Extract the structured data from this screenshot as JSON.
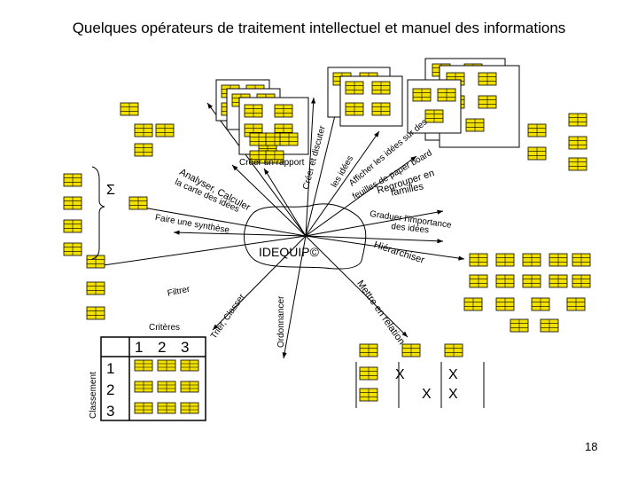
{
  "title": "Quelques opérateurs de traitement intellectuel et manuel des informations",
  "center_label": "IDEQUIP©",
  "sigma": "Σ",
  "operators": {
    "creer_rapport": "Créer un rapport",
    "creer_discuter": "Créer et discuter",
    "les_idees": "les idées",
    "afficher": "Afficher les idées sur des",
    "feuilles_paper_board": "feuilles de paper board",
    "regrouper": "Regrouper en",
    "familles": "familles",
    "graduer": "Graduer l'importance",
    "des_idees": "des idées",
    "hierarchiser": "Hiérarchiser",
    "mettre_relation": "Mettre en relation",
    "ordonnancer": "Ordonnancer",
    "trier_classer": "Trier, Classer",
    "filtrer": "Filtrer",
    "faire_synthese": "Faire une synthèse",
    "analyser": "Analyser, Calculer",
    "carte_idees": "la carte des idées"
  },
  "criteria_label": "Critères",
  "classement_label": "Classement",
  "col_headers": [
    "1",
    "2",
    "3"
  ],
  "row_headers": [
    "1",
    "2",
    "3"
  ],
  "relation_marks": [
    "X",
    "X",
    "X",
    "X"
  ],
  "page_number": "18"
}
